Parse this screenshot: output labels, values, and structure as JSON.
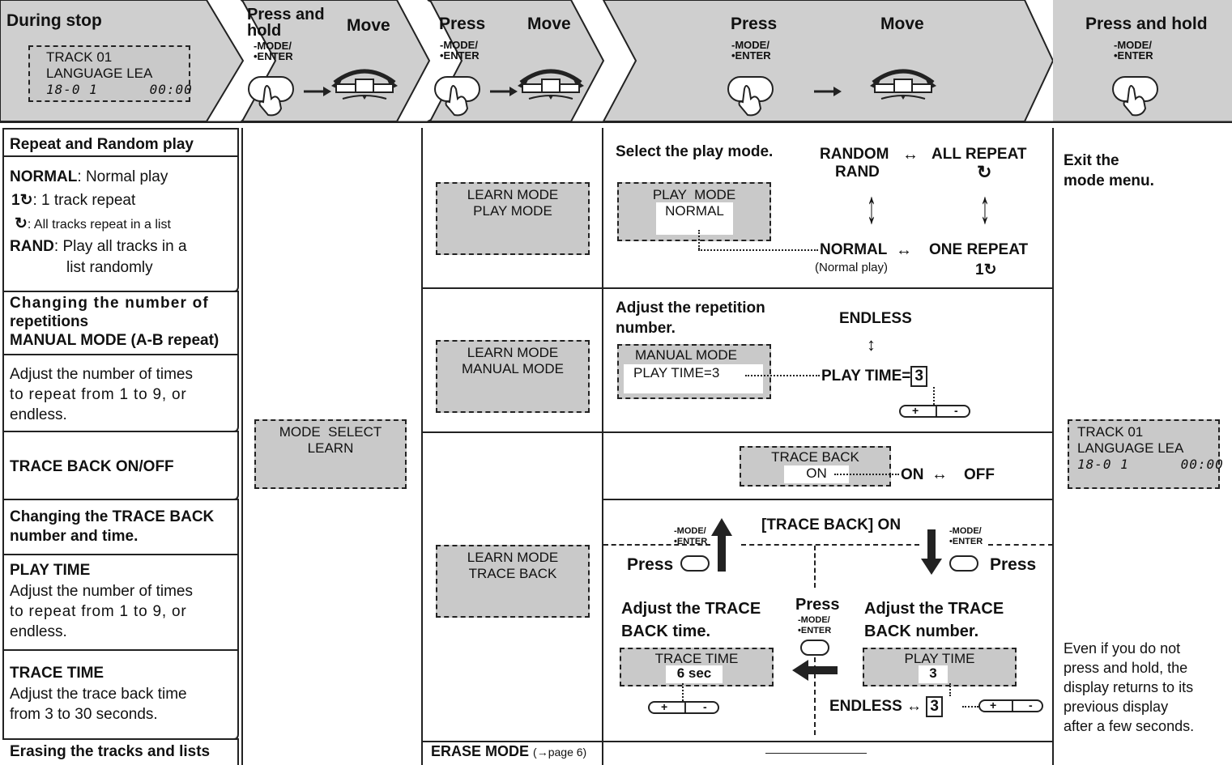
{
  "header": {
    "col1_title": "During stop",
    "col2_title_a": "Press and",
    "col2_title_b": "hold",
    "col2_move": "Move",
    "col3_press": "Press",
    "col3_move": "Move",
    "col4_press": "Press",
    "col4_move": "Move",
    "col5_title": "Press and hold",
    "button_label": "-MODE/\n•ENTER",
    "lcd_line1": "TRACK 01",
    "lcd_line2": "LANGUAGE LEA",
    "lcd_line3a": "18-0 1",
    "lcd_line3b": "00:00"
  },
  "left": {
    "repeat_title": "Repeat and Random play",
    "normal_key": "NORMAL",
    "normal_desc": ": Normal play",
    "one_repeat_key": "1",
    "one_repeat_desc": ":  1 track repeat",
    "all_repeat_desc": ":   All tracks repeat in a list",
    "rand_key": "RAND",
    "rand_desc": ": Play all tracks in a",
    "rand_desc2": "list randomly",
    "changing_title_a": "Changing the number of",
    "changing_title_b": "repetitions",
    "changing_title_c": "MANUAL MODE (A-B repeat)",
    "changing_desc_a": "Adjust the number of times",
    "changing_desc_b": "to repeat from 1 to 9, or",
    "changing_desc_c": "endless.",
    "traceback_title": "TRACE BACK ON/OFF",
    "changing_tb_a": "Changing the TRACE BACK",
    "changing_tb_b": "number and time.",
    "playtime_title": "PLAY TIME",
    "playtime_desc_a": "Adjust the number of times",
    "playtime_desc_b": "to repeat from 1 to 9, or",
    "playtime_desc_c": "endless.",
    "tracetime_title": "TRACE TIME",
    "tracetime_desc_a": "Adjust the trace back time",
    "tracetime_desc_b": "from 3 to 30 seconds.",
    "erasing_title": "Erasing the tracks and lists"
  },
  "col2": {
    "lcd_a": "MODE  SELECT",
    "lcd_b": "LEARN"
  },
  "col3": {
    "lcd1_a": "LEARN MODE",
    "lcd1_b": "PLAY MODE",
    "lcd2_a": "LEARN MODE",
    "lcd2_b": "MANUAL MODE",
    "lcd3_a": "LEARN MODE",
    "lcd3_b": "TRACE BACK",
    "erase": "ERASE MODE",
    "erase_ref": "(→page 6)"
  },
  "col4": {
    "select_play_mode": "Select the play mode.",
    "pm_lcd_a": "PLAY  MODE",
    "pm_lcd_b": "NORMAL",
    "random": "RANDOM",
    "rand": "RAND",
    "all_repeat": "ALL REPEAT",
    "normal": "NORMAL",
    "normal_play": "(Normal play)",
    "one_repeat": "ONE REPEAT",
    "one_repeat_sym": "1",
    "adjust_rep_a": "Adjust the repetition",
    "adjust_rep_b": "number.",
    "endless": "ENDLESS",
    "mm_lcd_a": "MANUAL MODE",
    "mm_lcd_b": "PLAY  TIME=3",
    "play_time_eq": "PLAY TIME=",
    "play_time_val": "3",
    "plus": "+",
    "minus": "-",
    "tb_lcd_a": "TRACE BACK",
    "tb_lcd_b": "ON",
    "on": "ON",
    "off": "OFF",
    "tb_on_title": "[TRACE BACK] ON",
    "press": "Press",
    "adjust_tb_time_a": "Adjust the TRACE",
    "adjust_tb_time_b": "BACK time.",
    "adjust_tb_num_a": "Adjust the TRACE",
    "adjust_tb_num_b": "BACK number.",
    "tt_lcd_a": "TRACE TIME",
    "tt_lcd_b": "6 sec",
    "pt_lcd_a": "PLAY TIME",
    "pt_lcd_b": "3",
    "endless2": "ENDLESS",
    "three": "3"
  },
  "col5": {
    "exit_a": "Exit the",
    "exit_b": "mode menu.",
    "note_a": "Even if you do not",
    "note_b": "press and hold, the",
    "note_c": "display returns to its",
    "note_d": "previous display",
    "note_e": "after a few seconds."
  }
}
